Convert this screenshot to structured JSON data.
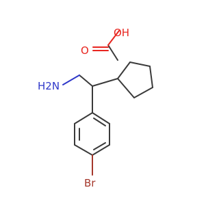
{
  "atoms": {
    "oh_label": "OH",
    "o_label": "O",
    "nh2_label": "H2N",
    "br_label": "Br"
  },
  "colors": {
    "bond": "#3a3a3a",
    "oxygen": "#e8251f",
    "nitrogen": "#2e37c9",
    "bromine": "#a5372b",
    "background": "#ffffff"
  }
}
